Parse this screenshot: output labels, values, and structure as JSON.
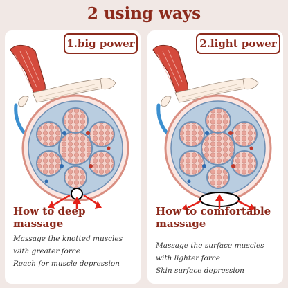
{
  "title": "2 using ways",
  "colors": {
    "accent": "#8c2a1c",
    "background": "#f1e8e5",
    "arrow_red": "#e32119",
    "arrow_blue": "#3b8fd0",
    "muscle_fiber": "#e8a49a",
    "sheath": "#9fb6d0"
  },
  "panels": [
    {
      "label": "1.big power",
      "heading": "How to deep massage",
      "lines": [
        "Massage the knotted muscles",
        "with greater force",
        "Reach for muscle depression"
      ],
      "icons": [
        "arm-muscle-icon",
        "blue-curved-arrow-icon",
        "muscle-cross-section-icon",
        "red-arrows-icon"
      ]
    },
    {
      "label": "2.light power",
      "heading_line1": "How to comfortable",
      "heading_line2": "massage",
      "lines": [
        "Massage the surface muscles",
        "with lighter force",
        "Skin surface depression"
      ],
      "icons": [
        "arm-muscle-icon",
        "blue-curved-arrow-icon",
        "muscle-cross-section-icon",
        "red-arrows-icon"
      ]
    }
  ]
}
